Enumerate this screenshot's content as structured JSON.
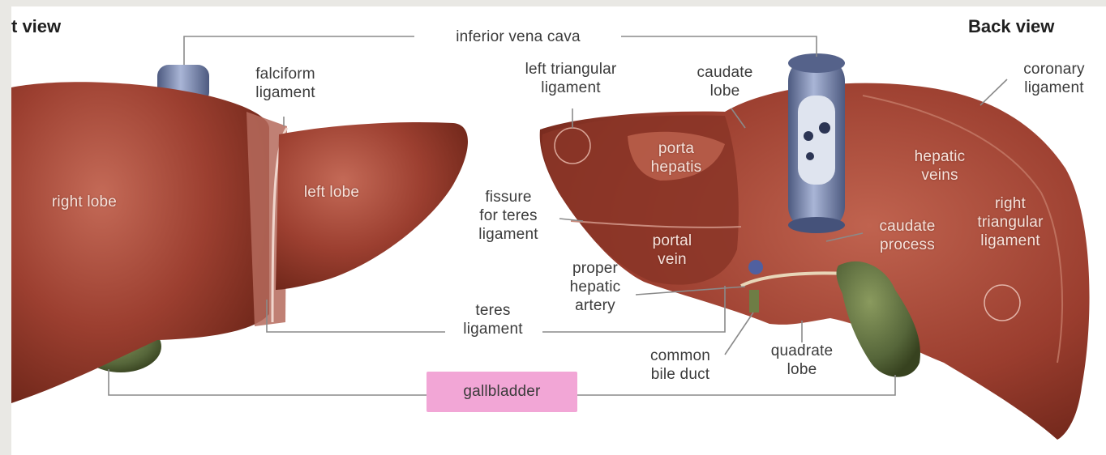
{
  "views": {
    "front": "t view",
    "back": "Back view"
  },
  "labels": {
    "inferior_vena_cava": "inferior vena cava",
    "falciform_ligament": [
      "falciform",
      "ligament"
    ],
    "left_triangular_ligament": [
      "left triangular",
      "ligament"
    ],
    "caudate_lobe": [
      "caudate",
      "lobe"
    ],
    "coronary_ligament": [
      "coronary",
      "ligament"
    ],
    "right_lobe": "right lobe",
    "left_lobe": "left lobe",
    "porta_hepatis": [
      "porta",
      "hepatis"
    ],
    "hepatic_veins": [
      "hepatic",
      "veins"
    ],
    "fissure_for_teres_ligament": [
      "fissure",
      "for teres",
      "ligament"
    ],
    "portal_vein": [
      "portal",
      "vein"
    ],
    "caudate_process": [
      "caudate",
      "process"
    ],
    "right_triangular_ligament": [
      "right",
      "triangular",
      "ligament"
    ],
    "proper_hepatic_artery": [
      "proper",
      "hepatic",
      "artery"
    ],
    "teres_ligament": [
      "teres",
      "ligament"
    ],
    "common_bile_duct": [
      "common",
      "bile duct"
    ],
    "quadrate_lobe": [
      "quadrate",
      "lobe"
    ],
    "gallbladder": "gallbladder"
  },
  "colors": {
    "liver": "#9c3f30",
    "liver_highlight": "#c46a57",
    "liver_shadow": "#6e2619",
    "vena_cava": "#6f7fa6",
    "gallbladder": "#5c6b3d",
    "gallbladder_label_bg": "#f2a6d6",
    "leader_lines": "#8a8a8a"
  }
}
